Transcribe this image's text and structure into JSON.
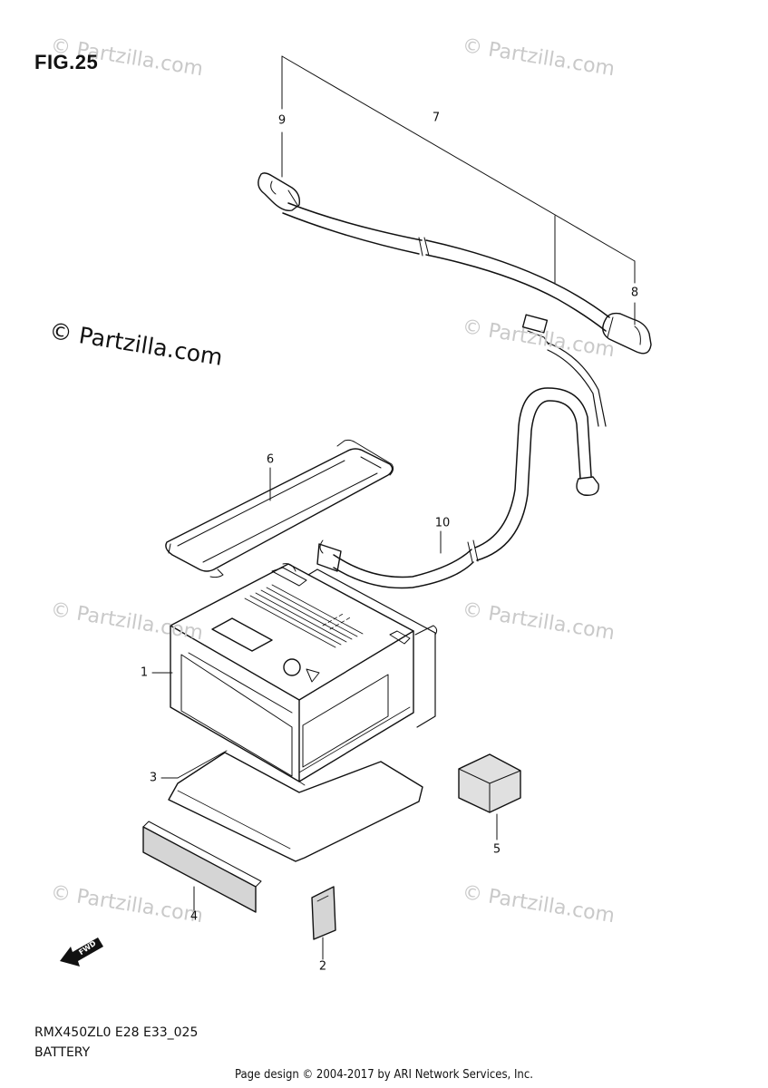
{
  "figure": {
    "title": "FIG.25",
    "model_code": "RMX450ZL0 E28 E33_025",
    "section_name": "BATTERY"
  },
  "watermark": {
    "main": "© Partzilla.com",
    "tile": "© Partzilla.com"
  },
  "callouts": [
    {
      "id": "1",
      "label": "1"
    },
    {
      "id": "2",
      "label": "2"
    },
    {
      "id": "3",
      "label": "3"
    },
    {
      "id": "4",
      "label": "4"
    },
    {
      "id": "5",
      "label": "5"
    },
    {
      "id": "6",
      "label": "6"
    },
    {
      "id": "7",
      "label": "7"
    },
    {
      "id": "8",
      "label": "8"
    },
    {
      "id": "9",
      "label": "9"
    },
    {
      "id": "10",
      "label": "10"
    }
  ],
  "direction_marker": {
    "label": "FWD",
    "icon": "forward-arrow-icon"
  },
  "footer": {
    "text": "Page design © 2004-2017 by ARI Network Services, Inc."
  }
}
